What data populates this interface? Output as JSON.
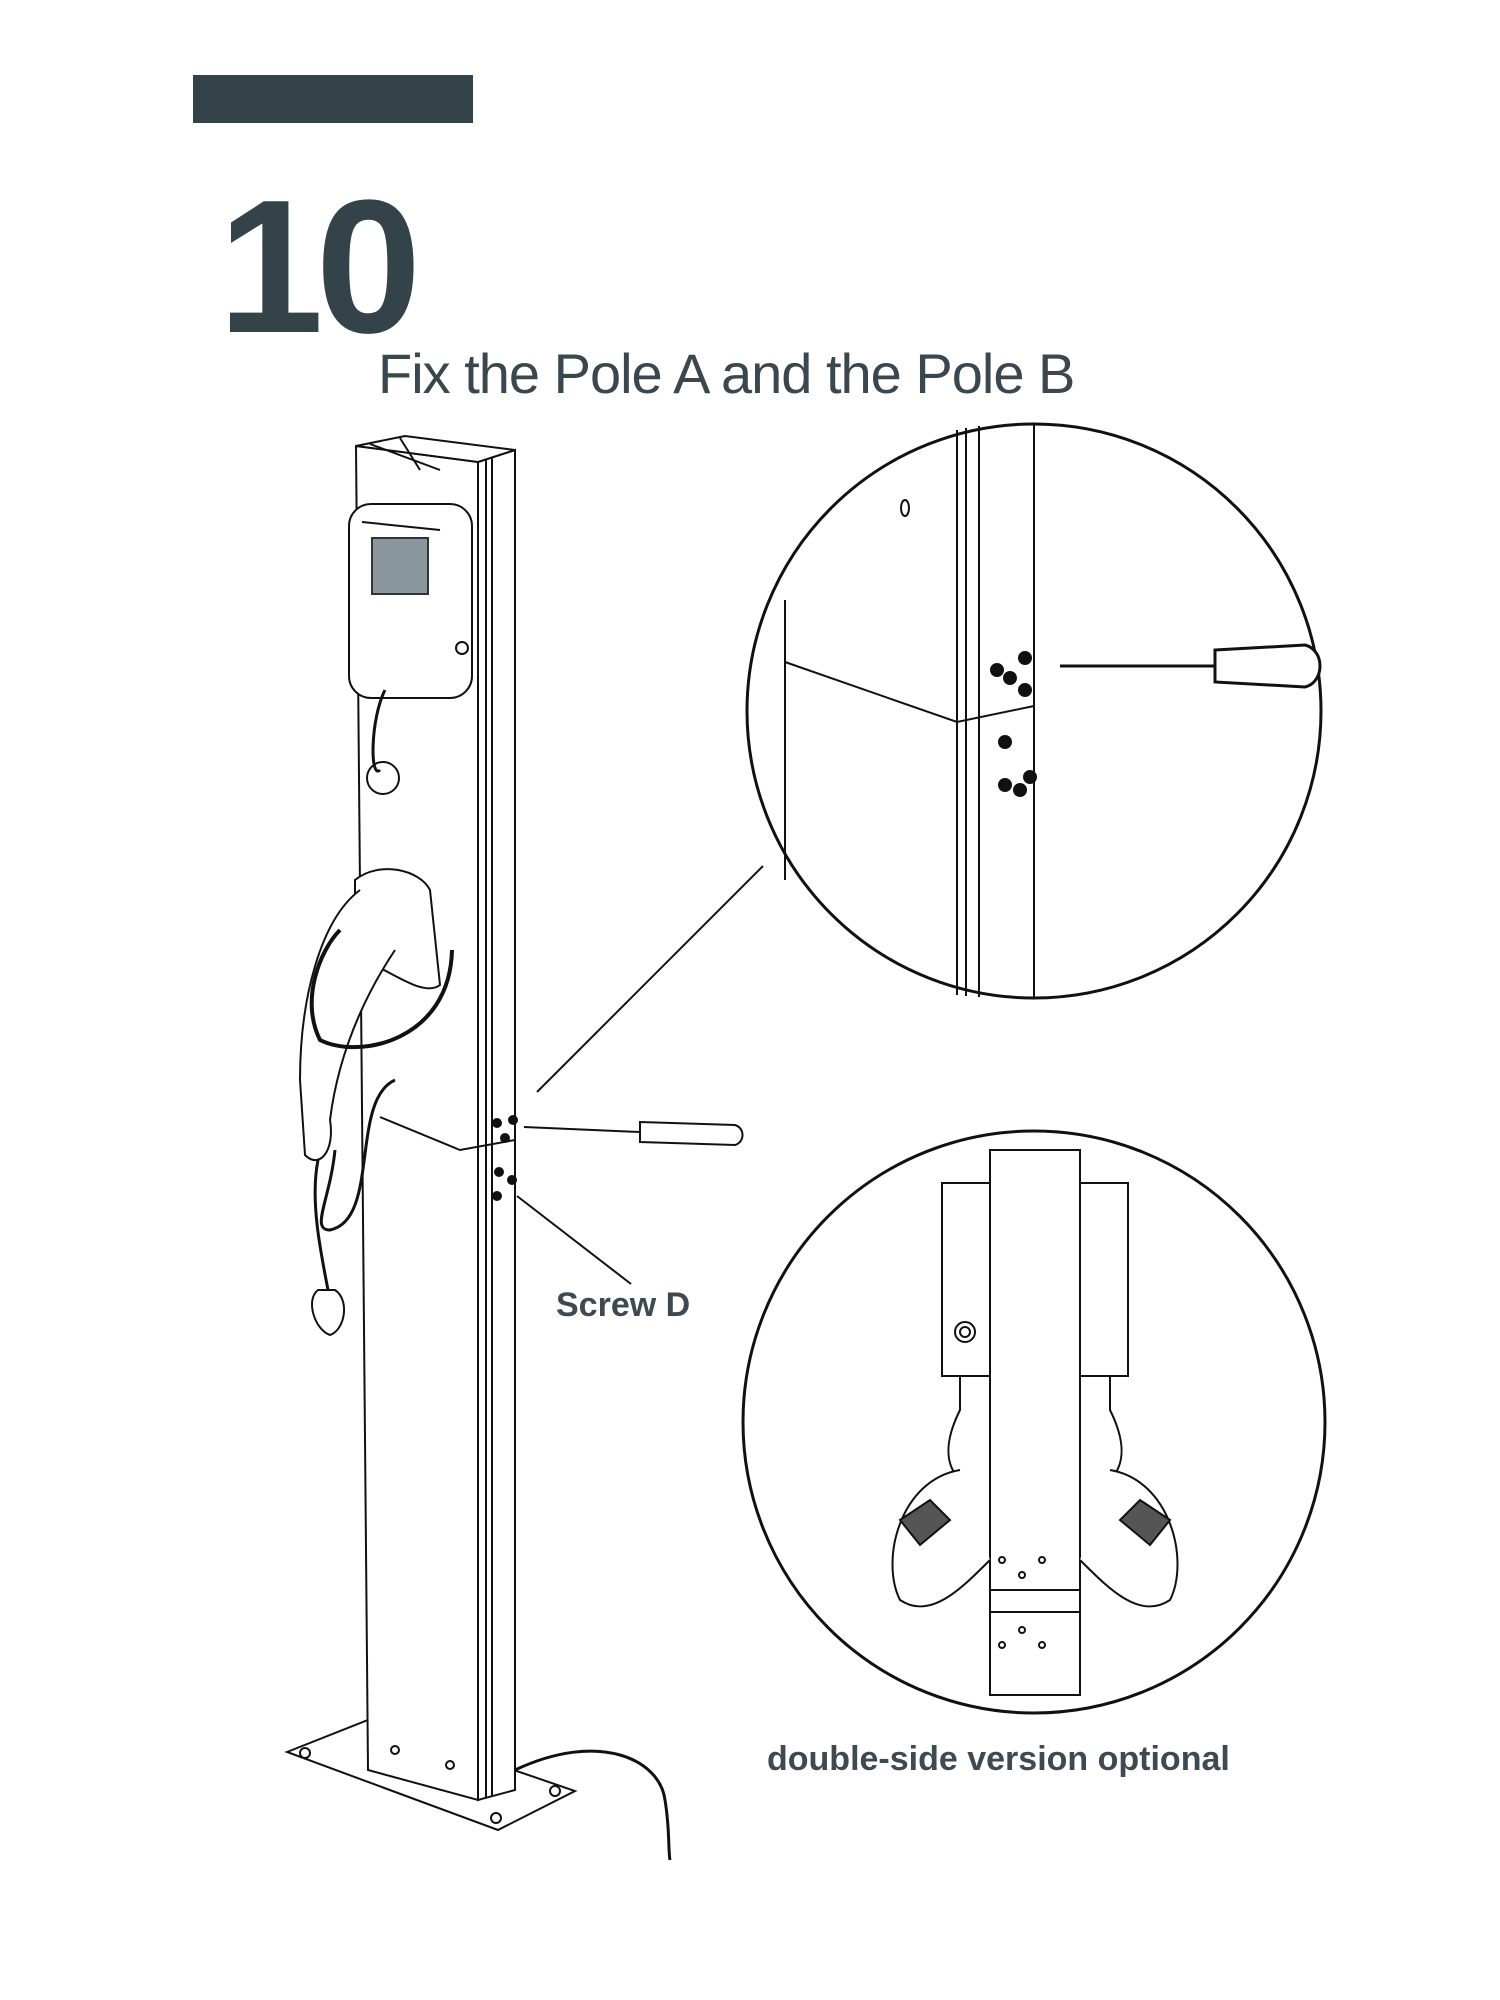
{
  "step": {
    "number": "10",
    "title": "Fix the Pole A and the Pole B"
  },
  "labels": {
    "screw": "Screw D",
    "double_side": "double-side version optional"
  },
  "colors": {
    "heading": "#34434a",
    "line": "#111111",
    "screen": "#8a979e"
  }
}
